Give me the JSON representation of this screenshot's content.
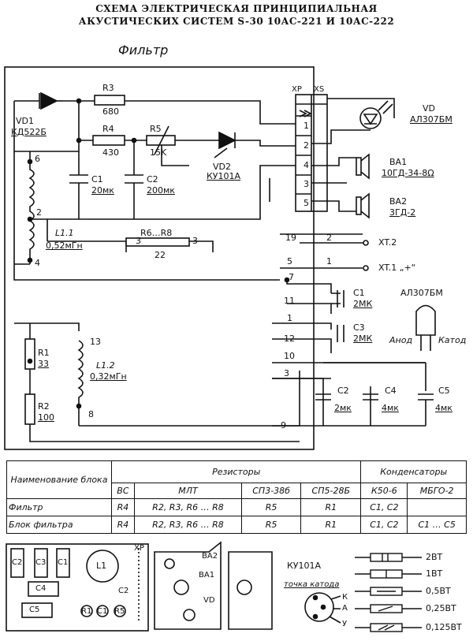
{
  "title": {
    "line1": "СХЕМА ЭЛЕКТРИЧЕСКАЯ ПРИНЦИПИАЛЬНАЯ",
    "line2": "АКУСТИЧЕСКИХ СИСТЕМ S-30 10АС-221 И 10АС-222"
  },
  "schematic": {
    "filter_label": "Фильтр",
    "vd1": {
      "name": "VD1",
      "part": "КД522Б"
    },
    "r3": {
      "name": "R3",
      "value": "680"
    },
    "r4": {
      "name": "R4",
      "value": "430"
    },
    "r5": {
      "name": "R5",
      "value": "15K"
    },
    "vd2": {
      "name": "VD2",
      "part": "КУ101А"
    },
    "c1": {
      "name": "C1",
      "value": "20мк"
    },
    "c2": {
      "name": "C2",
      "value": "200мк"
    },
    "l11": {
      "name": "L1.1",
      "value": "0,52мГн"
    },
    "r6r8": {
      "name": "R6…R8",
      "value": "22"
    },
    "l12": {
      "name": "L1.2",
      "value": "0,32мГн"
    },
    "r1": {
      "name": "R1",
      "value": "33"
    },
    "r2": {
      "name": "R2",
      "value": "100"
    },
    "connector": {
      "xp": "XP",
      "xs": "XS",
      "pins": [
        "1",
        "2",
        "4",
        "3",
        "5"
      ]
    },
    "vd": {
      "name": "VD",
      "part": "АЛ307БМ"
    },
    "ba1": {
      "name": "BA1",
      "part": "10ГД-34-8Ω"
    },
    "ba2": {
      "name": "BA2",
      "part": "3ГД-2"
    },
    "xt2": "XT.2",
    "xt1": "XT.1 „+“",
    "c1b": {
      "name": "C1",
      "value": "2МК"
    },
    "c3": {
      "name": "C3",
      "value": "2МК"
    },
    "c2b": {
      "name": "C2",
      "value": "2мк"
    },
    "c4": {
      "name": "C4",
      "value": "4мк"
    },
    "c5": {
      "name": "C5",
      "value": "4мк"
    },
    "led": {
      "part": "АЛ307БМ",
      "anode": "Анод",
      "cathode": "Катод"
    },
    "node_numbers": {
      "n6": "6",
      "n2": "2",
      "n4": "4",
      "n3": "3",
      "n3b": "3",
      "n13": "13",
      "n8": "8",
      "n19": "19",
      "n2b": "2",
      "n5": "5",
      "n1": "1",
      "n7": "7",
      "n11": "11",
      "n1b": "1",
      "n12": "12",
      "n10": "10",
      "n3c": "3",
      "n9": "9"
    }
  },
  "table": {
    "h_block": "Наименование блока",
    "h_resistors": "Резисторы",
    "h_capacitors": "Конденсаторы",
    "sub": [
      "ВС",
      "МЛТ",
      "СП3-38б",
      "СП5-28Б",
      "К50-6",
      "МБГО-2"
    ],
    "rows": [
      {
        "name": "Фильтр",
        "cells": [
          "R4",
          "R2, R3, R6 … R8",
          "R5",
          "R1",
          "C1, C2",
          ""
        ]
      },
      {
        "name": "Блок фильтра",
        "cells": [
          "R4",
          "R2, R3, R6 … R8",
          "R5",
          "R1",
          "C1, C2",
          "C1 … C5"
        ]
      }
    ]
  },
  "layout_bottom": {
    "board": [
      "C2",
      "C3",
      "C1",
      "L1",
      "C4",
      "C5",
      "C2",
      "R1",
      "C1",
      "R5",
      "XP"
    ],
    "box": {
      "ba2": "BA2",
      "ba1": "BA1",
      "vd": "VD"
    },
    "ku101a": {
      "name": "КУ101А",
      "dot": "точка катода",
      "k": "К",
      "a": "А",
      "u": "У"
    },
    "legend": [
      "2ВТ",
      "1ВТ",
      "0,5ВТ",
      "0,25ВТ",
      "0,125ВТ"
    ]
  }
}
